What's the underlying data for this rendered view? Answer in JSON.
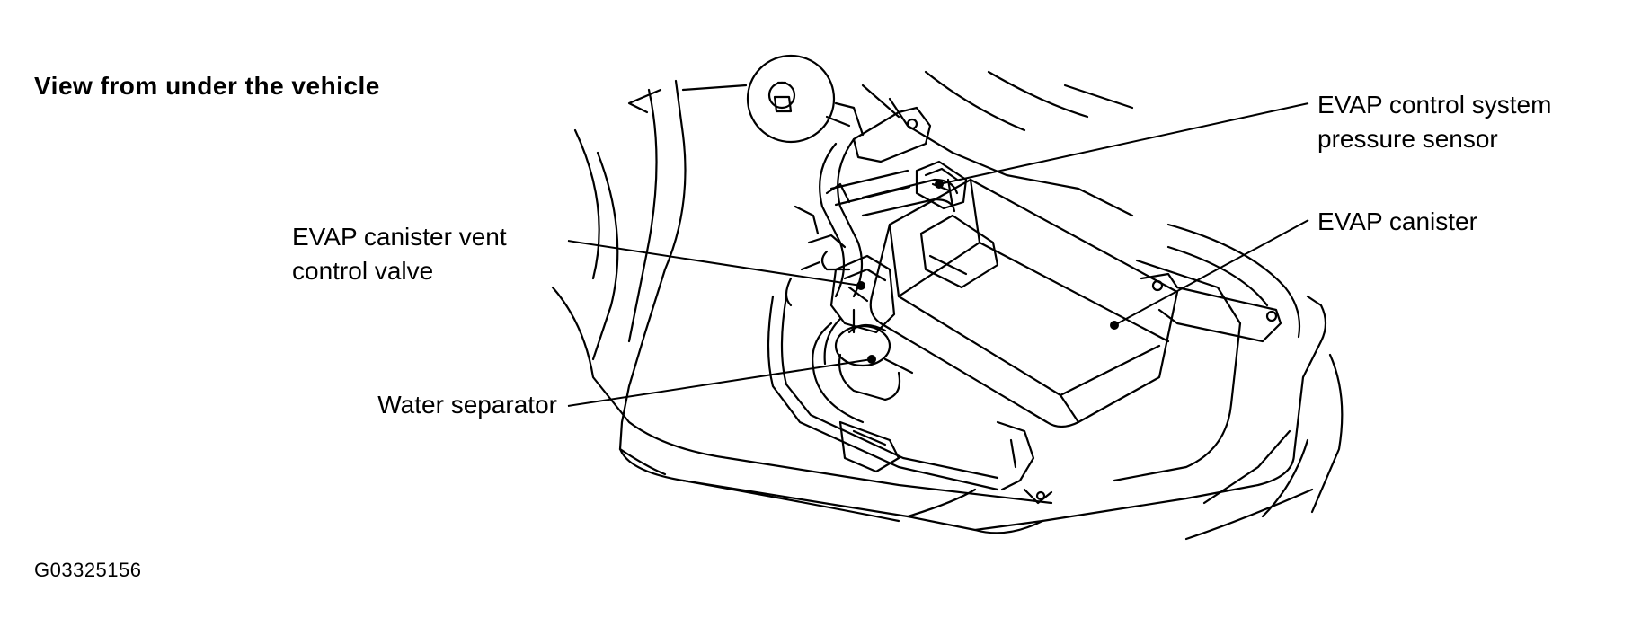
{
  "diagram": {
    "view_title": "View from under the vehicle",
    "figure_code": "G03325156",
    "callouts": {
      "pressure_sensor": [
        "EVAP control system",
        "pressure sensor"
      ],
      "canister": [
        "EVAP canister"
      ],
      "vent_valve": [
        "EVAP canister vent",
        "control valve"
      ],
      "water_separator": [
        "Water separator"
      ]
    }
  }
}
